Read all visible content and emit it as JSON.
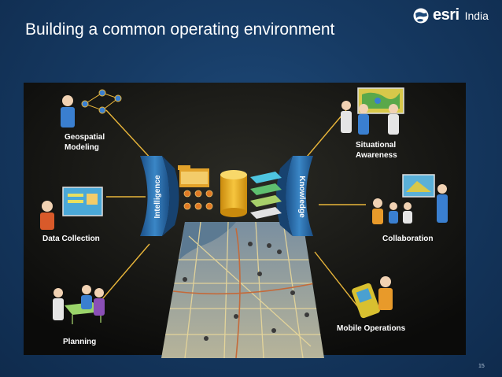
{
  "slide": {
    "title": "Building a common operating environment",
    "page_number": "15"
  },
  "logo": {
    "brand": "esri",
    "region": "India",
    "icon": "globe-icon"
  },
  "diagram": {
    "center_left_arrow": "Intelligence",
    "center_right_arrow": "Knowledge",
    "nodes": {
      "geospatial_modeling": [
        "Geospatial",
        "Modeling"
      ],
      "data_collection": "Data Collection",
      "planning": "Planning",
      "situational_awareness": [
        "Situational",
        "Awareness"
      ],
      "collaboration": "Collaboration",
      "mobile_operations": "Mobile Operations"
    }
  },
  "colors": {
    "panel": "#10100e",
    "arrow_blue": "#2a6ba5",
    "connector": "#e8b53a"
  }
}
